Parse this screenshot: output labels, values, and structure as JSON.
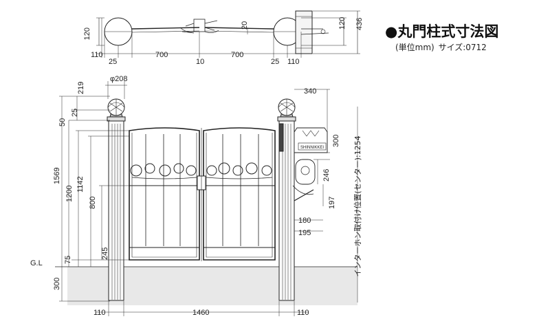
{
  "title": "●丸門柱式寸法図",
  "subtitle_unit": "(単位mm)",
  "subtitle_size": "サイズ:0712",
  "top_view": {
    "d_120": "120",
    "d_20": "20",
    "d_120r": "120",
    "d_436": "436",
    "d_110l": "110",
    "d_25l": "25",
    "d_700l": "700",
    "d_10": "10",
    "d_700r": "700",
    "d_25r": "25",
    "d_110r": "110"
  },
  "front_view": {
    "d_phi208": "φ208",
    "d_219": "219",
    "d_25": "25",
    "d_50": "50",
    "d_1569": "1569",
    "d_1200": "1200",
    "d_1142": "1142",
    "d_800": "800",
    "d_245": "245",
    "d_75": "75",
    "gl": "G.L",
    "d_300": "300",
    "d_110l": "110",
    "d_1460": "1460",
    "d_110r": "110",
    "d_340": "340",
    "d_300r": "300",
    "d_246": "246",
    "d_197": "197",
    "d_180": "180",
    "d_195": "195",
    "intercom_label": "インターホン取付け位置(センター):1254",
    "sign_text": "SHINNIKKEI"
  }
}
